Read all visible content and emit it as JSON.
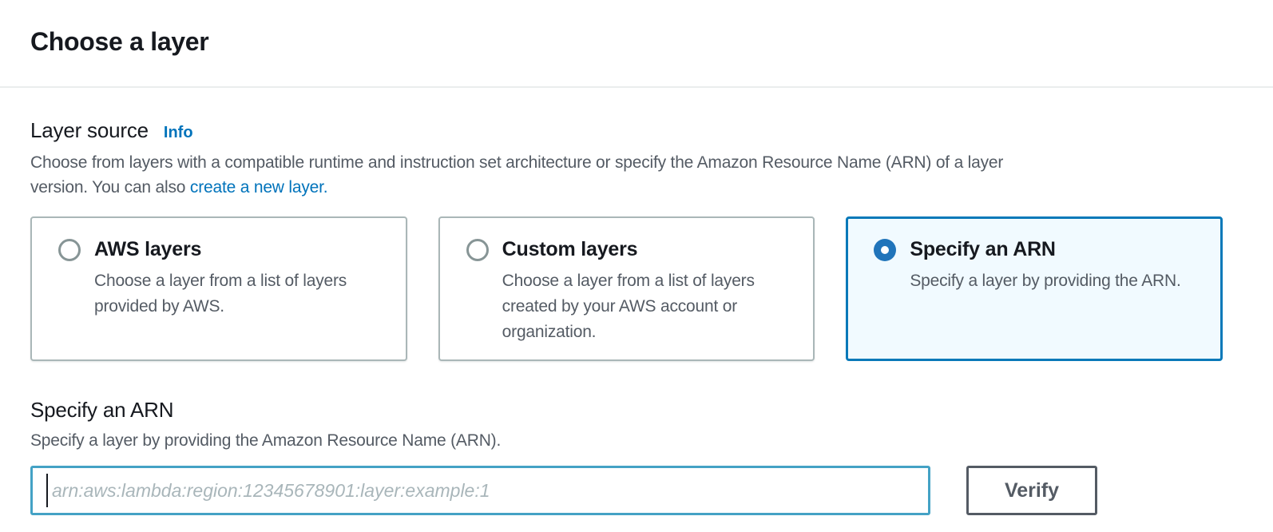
{
  "page": {
    "title": "Choose a layer"
  },
  "layer_source": {
    "label": "Layer source",
    "info_link": "Info",
    "description_line1": "Choose from layers with a compatible runtime and instruction set architecture or specify the Amazon Resource Name (ARN) of a layer",
    "description_line2_prefix": "version. You can also ",
    "create_layer_link": "create a new layer.",
    "options": [
      {
        "label": "AWS layers",
        "description": "Choose a layer from a list of layers provided by AWS.",
        "selected": false
      },
      {
        "label": "Custom layers",
        "description": "Choose a layer from a list of layers created by your AWS account or organization.",
        "selected": false
      },
      {
        "label": "Specify an ARN",
        "description": "Specify a layer by providing the ARN.",
        "selected": true
      }
    ]
  },
  "arn_section": {
    "label": "Specify an ARN",
    "description": "Specify a layer by providing the Amazon Resource Name (ARN).",
    "input_value": "",
    "input_placeholder": "arn:aws:lambda:region:12345678901:layer:example:1",
    "verify_button": "Verify"
  },
  "colors": {
    "heading_text": "#16191f",
    "secondary_text": "#545b64",
    "link_blue": "#0073bb",
    "selected_tile_border": "#0879b9",
    "selected_tile_background": "#f1faff",
    "tile_border": "#aab7b8",
    "input_focus_border": "#44a2c5",
    "placeholder_text": "#a9b6ba",
    "divider": "#eaeded"
  }
}
